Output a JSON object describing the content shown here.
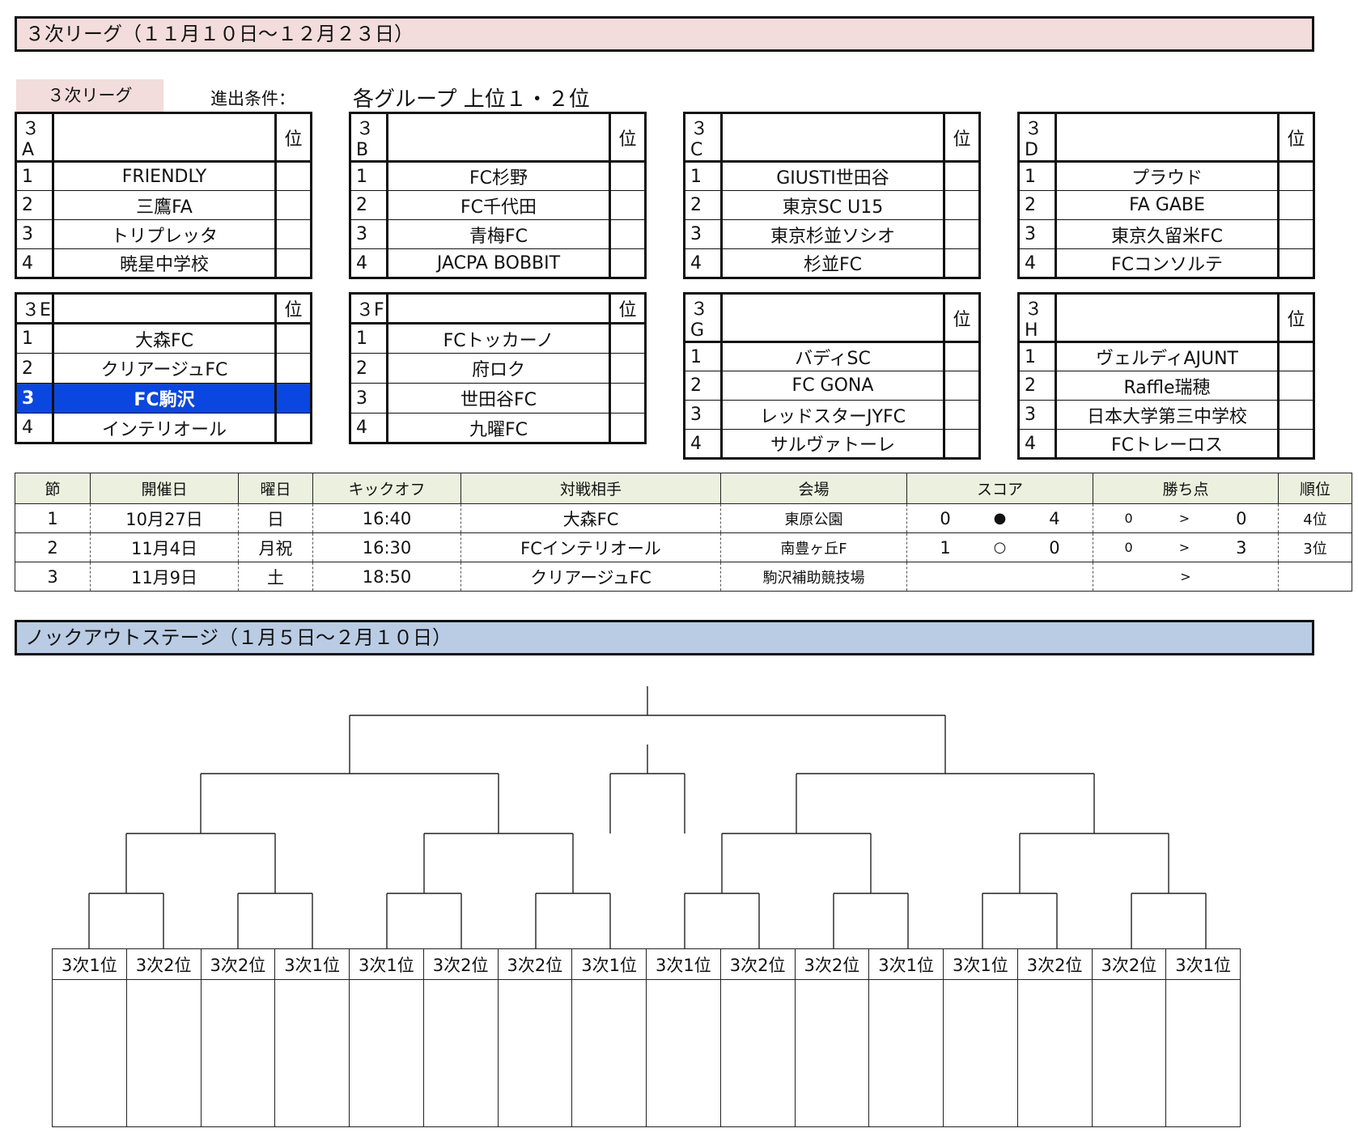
{
  "league": {
    "title": "３次リーグ（１１月１０日〜１２月２３日）",
    "tag": "３次リーグ",
    "advance_label": "進出条件：",
    "advance_value": "各グループ 上位１・２位",
    "rank_header": "位",
    "highlight_color": "#0a46e0",
    "groups": [
      {
        "name": "３A",
        "teams": [
          {
            "no": "1",
            "name": "FRIENDLY"
          },
          {
            "no": "2",
            "name": "三鷹FA"
          },
          {
            "no": "3",
            "name": "トリプレッタ"
          },
          {
            "no": "4",
            "name": "暁星中学校"
          }
        ]
      },
      {
        "name": "３B",
        "teams": [
          {
            "no": "1",
            "name": "FC杉野"
          },
          {
            "no": "2",
            "name": "FC千代田"
          },
          {
            "no": "3",
            "name": "青梅FC"
          },
          {
            "no": "4",
            "name": "JACPA BOBBIT"
          }
        ]
      },
      {
        "name": "３C",
        "teams": [
          {
            "no": "1",
            "name": "GIUSTI世田谷"
          },
          {
            "no": "2",
            "name": "東京SC U15"
          },
          {
            "no": "3",
            "name": "東京杉並ソシオ"
          },
          {
            "no": "4",
            "name": "杉並FC"
          }
        ]
      },
      {
        "name": "３D",
        "teams": [
          {
            "no": "1",
            "name": "プラウド"
          },
          {
            "no": "2",
            "name": "FA GABE"
          },
          {
            "no": "3",
            "name": "東京久留米FC"
          },
          {
            "no": "4",
            "name": "FCコンソルテ"
          }
        ]
      },
      {
        "name": "３E",
        "teams": [
          {
            "no": "1",
            "name": "大森FC"
          },
          {
            "no": "2",
            "name": "クリアージュFC"
          },
          {
            "no": "3",
            "name": "FC駒沢",
            "highlight": true
          },
          {
            "no": "4",
            "name": "インテリオール"
          }
        ]
      },
      {
        "name": "３F",
        "teams": [
          {
            "no": "1",
            "name": "FCトッカーノ"
          },
          {
            "no": "2",
            "name": "府ロク"
          },
          {
            "no": "3",
            "name": "世田谷FC"
          },
          {
            "no": "4",
            "name": "九曜FC"
          }
        ]
      },
      {
        "name": "３G",
        "teams": [
          {
            "no": "1",
            "name": "バディSC"
          },
          {
            "no": "2",
            "name": "FC GONA"
          },
          {
            "no": "3",
            "name": "レッドスターJYFC"
          },
          {
            "no": "4",
            "name": "サルヴァトーレ"
          }
        ]
      },
      {
        "name": "３H",
        "teams": [
          {
            "no": "1",
            "name": "ヴェルディAJUNT"
          },
          {
            "no": "2",
            "name": "Raffle瑞穂"
          },
          {
            "no": "3",
            "name": "日本大学第三中学校"
          },
          {
            "no": "4",
            "name": "FCトレーロス"
          }
        ]
      }
    ]
  },
  "schedule": {
    "headers": [
      "節",
      "開催日",
      "曜日",
      "キックオフ",
      "対戦相手",
      "会場",
      "スコア",
      "勝ち点",
      "順位"
    ],
    "rows": [
      {
        "round": "1",
        "date": "10月27日",
        "day": "日",
        "kickoff": "16:40",
        "opponent": "大森FC",
        "venue": "東原公園",
        "score_for": "0",
        "result": "●",
        "score_against": "4",
        "pts_before": "0",
        "pts_arrow": ">",
        "pts_after": "0",
        "rank": "4位"
      },
      {
        "round": "2",
        "date": "11月4日",
        "day": "月祝",
        "kickoff": "16:30",
        "opponent": "FCインテリオール",
        "venue": "南豊ヶ丘F",
        "score_for": "1",
        "result": "○",
        "score_against": "0",
        "pts_before": "0",
        "pts_arrow": ">",
        "pts_after": "3",
        "rank": "3位"
      },
      {
        "round": "3",
        "date": "11月9日",
        "day": "土",
        "kickoff": "18:50",
        "opponent": "クリアージュFC",
        "venue": "駒沢補助競技場",
        "score_for": "",
        "result": "",
        "score_against": "",
        "pts_before": "",
        "pts_arrow": ">",
        "pts_after": "",
        "rank": ""
      }
    ]
  },
  "knockout": {
    "title": "ノックアウトステージ（１月５日〜２月１０日）",
    "slots": [
      "3次1位",
      "3次2位",
      "3次2位",
      "3次1位",
      "3次1位",
      "3次2位",
      "3次2位",
      "3次1位",
      "3次1位",
      "3次2位",
      "3次2位",
      "3次1位",
      "3次1位",
      "3次2位",
      "3次2位",
      "3次1位"
    ]
  }
}
